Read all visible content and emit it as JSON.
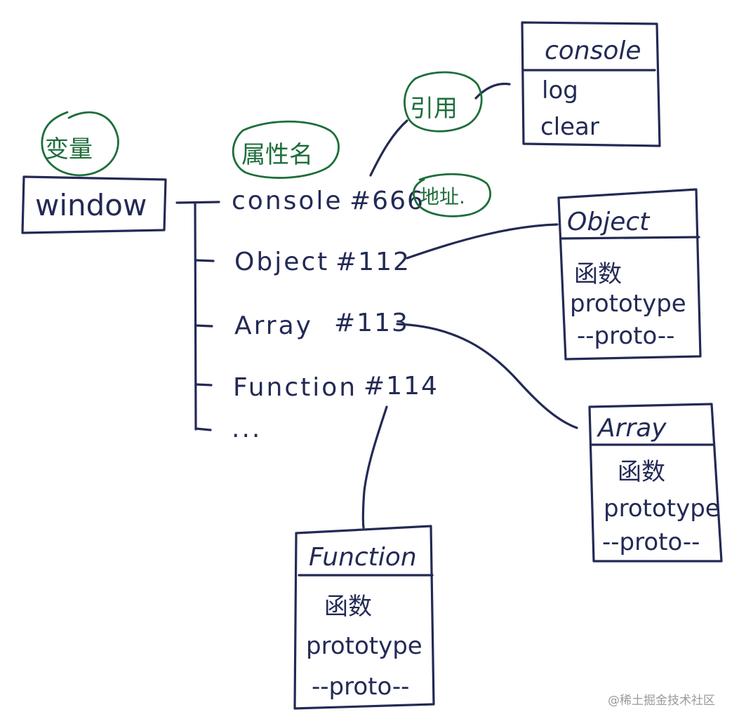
{
  "root": {
    "label": "window"
  },
  "properties": [
    {
      "name": "console",
      "address": "#666"
    },
    {
      "name": "Object",
      "address": "#112"
    },
    {
      "name": "Array",
      "address": "#113"
    },
    {
      "name": "Function",
      "address": "#114"
    },
    {
      "name": "...",
      "address": ""
    }
  ],
  "boxes": {
    "console": {
      "title": "console",
      "items": [
        "log",
        "clear"
      ]
    },
    "object": {
      "title": "Object",
      "items": [
        "函数",
        "prototype",
        "--proto--"
      ]
    },
    "array": {
      "title": "Array",
      "items": [
        "函数",
        "prototype",
        "--proto--"
      ]
    },
    "function": {
      "title": "Function",
      "items": [
        "函数",
        "prototype",
        "--proto--"
      ]
    }
  },
  "annotations": {
    "variable": "变量",
    "property_name": "属性名",
    "address": "地址.",
    "reference": "引用"
  },
  "colors": {
    "ink": "#232a55",
    "annotation": "#1d6e3a",
    "watermark": "#9a9a9a"
  },
  "watermark": "@稀土掘金技术社区"
}
